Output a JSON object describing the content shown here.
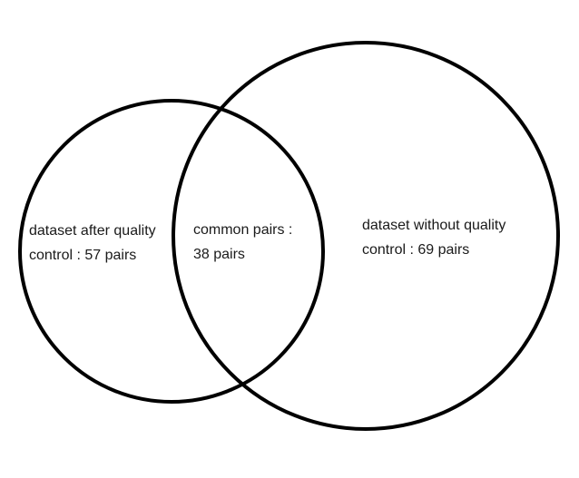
{
  "diagram": {
    "type": "venn",
    "left_set": {
      "line1": "dataset after quality",
      "line2": "control : 57 pairs"
    },
    "intersection": {
      "line1": "common pairs :",
      "line2": "38 pairs"
    },
    "right_set": {
      "line1": "dataset without quality",
      "line2": "control : 69 pairs"
    },
    "stroke_color": "#000000",
    "background_color": "#ffffff"
  }
}
